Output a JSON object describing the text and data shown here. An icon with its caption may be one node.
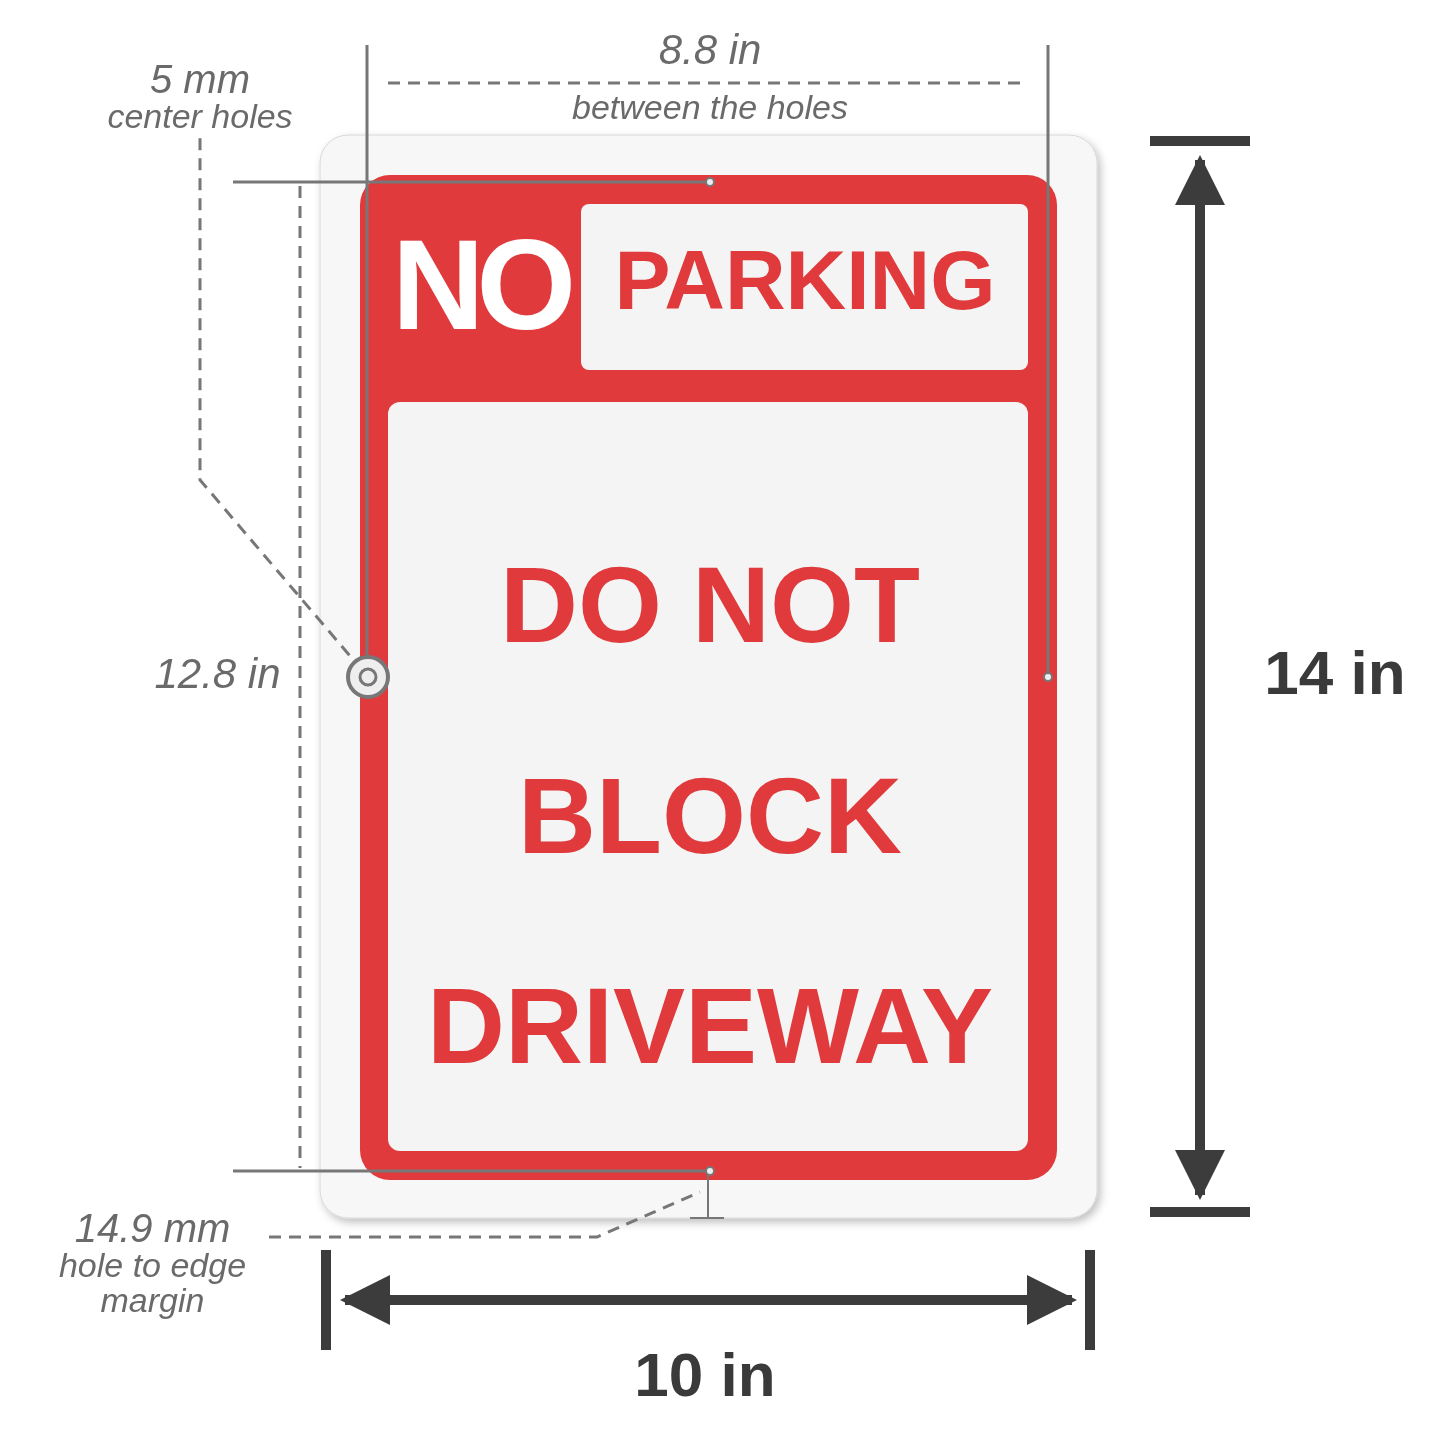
{
  "diagram": {
    "nodes": [
      {
        "text": [
          "5 mm",
          "center holes"
        ]
      },
      {
        "text": [],
        "shape": "circle"
      },
      {
        "text": [
          "14.9 mm",
          "hole to edge margin"
        ]
      }
    ],
    "edges": [
      {
        "from": 0,
        "to": 1,
        "arrow": "none",
        "style": "dashed"
      },
      {
        "from": 2,
        "to": null,
        "arrow": "none",
        "style": "dashed"
      }
    ],
    "labels": [
      "8.8 in",
      "between the holes",
      "NO",
      "PARKING",
      "DO NOT BLOCK DRIVEWAY",
      "12.8 in",
      "14 in",
      "10 in"
    ]
  }
}
